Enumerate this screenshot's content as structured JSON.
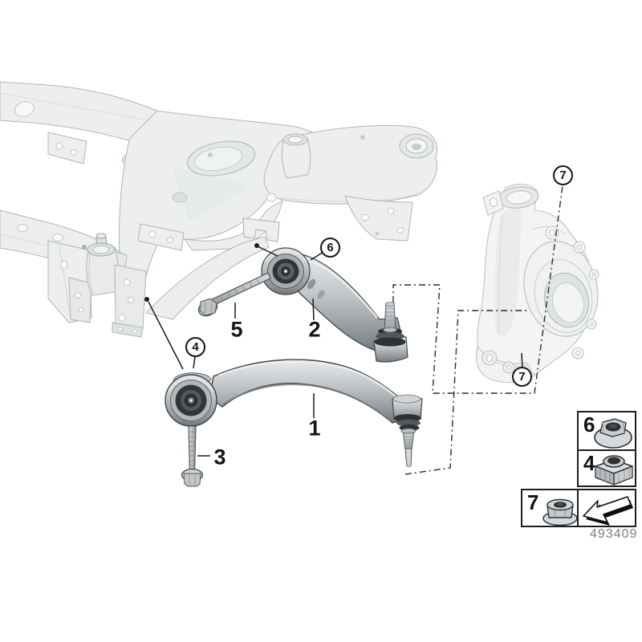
{
  "figure": {
    "part_number": "493409",
    "item_labels": {
      "one": "1",
      "two": "2",
      "three": "3",
      "five": "5"
    },
    "callouts": {
      "four": "4",
      "six": "6",
      "seven_top": "7",
      "seven_bottom": "7"
    },
    "legend": {
      "six": "6",
      "four": "4",
      "seven": "7"
    },
    "icons": {
      "legend_six": "hex-flange-nut",
      "legend_four": "square-collar-nut",
      "legend_seven": "hex-flange-nut",
      "legend_arrow": "install-direction-arrow"
    },
    "colors": {
      "background": "#ffffff",
      "line_dark": "#1b1b1b",
      "metal_light": "#eef0f0",
      "metal_mid": "#b9bec2",
      "bushing_dark": "#323537",
      "text_muted": "#7f7f7f"
    }
  }
}
